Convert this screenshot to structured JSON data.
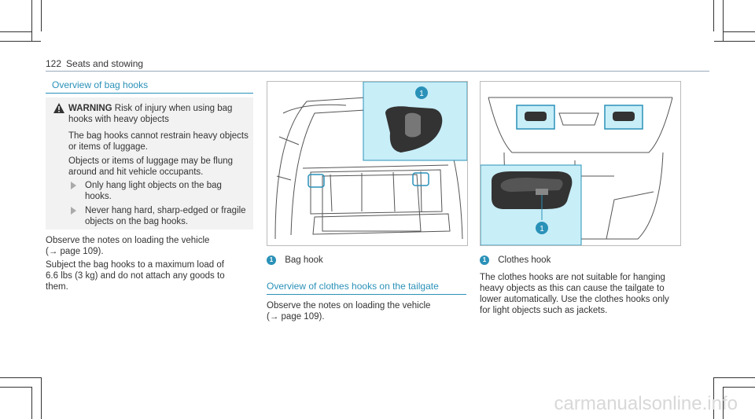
{
  "header": {
    "page_number": "122",
    "section": "Seats and stowing"
  },
  "col1": {
    "title": "Overview of bag hooks",
    "warning": {
      "label": "WARNING",
      "text_line1": "Risk of injury when using bag",
      "text_line2": "hooks with heavy objects",
      "p1_line1": "The bag hooks cannot restrain heavy objects",
      "p1_line2": "or items of luggage.",
      "p2_line1": "Objects or items of luggage may be flung",
      "p2_line2": "around and hit vehicle occupants.",
      "b1_line1": "Only hang light objects on the bag",
      "b1_line2": "hooks.",
      "b2_line1": "Never hang hard, sharp-edged or fragile",
      "b2_line2": "objects on the bag hooks."
    },
    "observe_line1": "Observe the notes on loading the vehicle",
    "observe_line2": "(→ page 109).",
    "subject_line1": "Subject the bag hooks to a maximum load of",
    "subject_line2": "6.6 lbs (3 kg) and do not attach any goods to",
    "subject_line3": "them."
  },
  "col2": {
    "figure1_callout": "1",
    "caption_num": "1",
    "caption_text": "Bag hook",
    "title": "Overview of clothes hooks on the tailgate",
    "observe_line1": "Observe the notes on loading the vehicle",
    "observe_line2": "(→ page 109)."
  },
  "col3": {
    "figure2_callout": "1",
    "caption_num": "1",
    "caption_text": "Clothes hook",
    "body_line1": "The clothes hooks are not suitable for hanging",
    "body_line2": "heavy objects as this can cause the tailgate to",
    "body_line3": "lower automatically. Use the clothes hooks only",
    "body_line4": "for light objects such as jackets."
  },
  "watermark": "carmanualsonline.info",
  "colors": {
    "accent": "#2a91b8",
    "highlight": "#c8eef8",
    "warning_bg": "#f2f2f2"
  },
  "icons": {
    "warning": "warning-triangle-icon",
    "bullet": "arrow-bullet-icon",
    "reference": "arrow-right-icon"
  }
}
